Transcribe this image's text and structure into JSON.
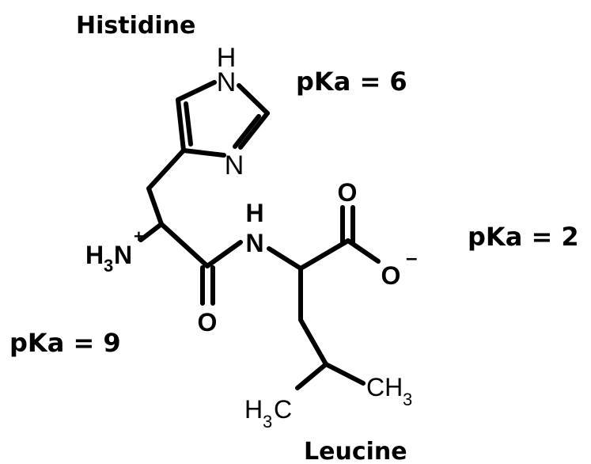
{
  "labels": {
    "histidine": "Histidine",
    "leucine": "Leucine",
    "pka_imidazole": "pKa = 6",
    "pka_carboxylate": "pKa = 2",
    "pka_amine": "pKa = 9"
  },
  "atoms": {
    "ring_h": "H",
    "ring_nh": "N",
    "ring_n": "N",
    "amine_n": "N",
    "amine_h": "H",
    "amine_h_sub": "3",
    "amine_charge": "+",
    "amide_n": "N",
    "amide_h": "H",
    "amide_o": "O",
    "carboxyl_o_double": "O",
    "carboxyl_o_minus": "O",
    "carboxyl_charge": "–",
    "methyl_left_main": "H",
    "methyl_left_sub": "3",
    "methyl_left_c": "C",
    "methyl_right_main": "CH",
    "methyl_right_sub": "3"
  },
  "colors": {
    "ink": "#000000",
    "background": "#ffffff"
  }
}
